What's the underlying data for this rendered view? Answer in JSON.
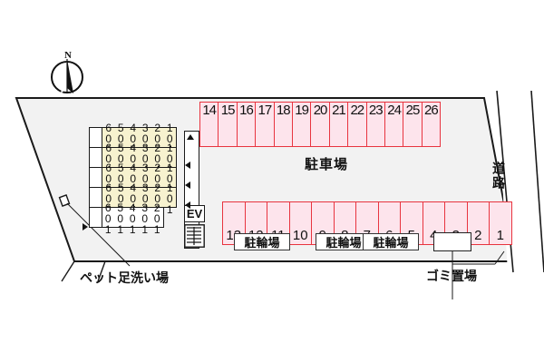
{
  "site": {
    "title_area_label": "駐車場",
    "road_label": "道路",
    "pet_wash_label": "ペット足洗い場",
    "garbage_label": "ゴミ置場",
    "compass_label": "N",
    "colors": {
      "stall_fill": "#fde4ec",
      "stall_border": "#e8343f",
      "building_fill": "#f7f2cf",
      "site_fill": "#f2f2f2",
      "outline": "#1a1a1a"
    }
  },
  "parking": {
    "top_row": [
      "14",
      "15",
      "16",
      "17",
      "18",
      "19",
      "20",
      "21",
      "22",
      "23",
      "24",
      "25",
      "26"
    ],
    "bottom_row": [
      "13",
      "12",
      "11",
      "10",
      "9",
      "8",
      "7",
      "6",
      "5",
      "4",
      "3",
      "2",
      "1"
    ]
  },
  "bicycle_parking": {
    "label": "駐輪場",
    "boxes": [
      "駐輪場",
      "駐輪場",
      "駐輪場"
    ]
  },
  "building": {
    "elevator_label": "EV",
    "floors": [
      {
        "units": [
          "605",
          "505",
          "405",
          "305",
          "205",
          "104"
        ]
      },
      {
        "units": [
          "604",
          "504",
          "404",
          "304",
          "204",
          "103"
        ]
      },
      {
        "units": [
          "603",
          "503",
          "403",
          "303",
          "203",
          "102"
        ]
      },
      {
        "units": [
          "602",
          "502",
          "402",
          "302",
          "202",
          "101"
        ]
      },
      {
        "units": [
          "601",
          "501",
          "401",
          "301",
          "201"
        ]
      }
    ]
  }
}
